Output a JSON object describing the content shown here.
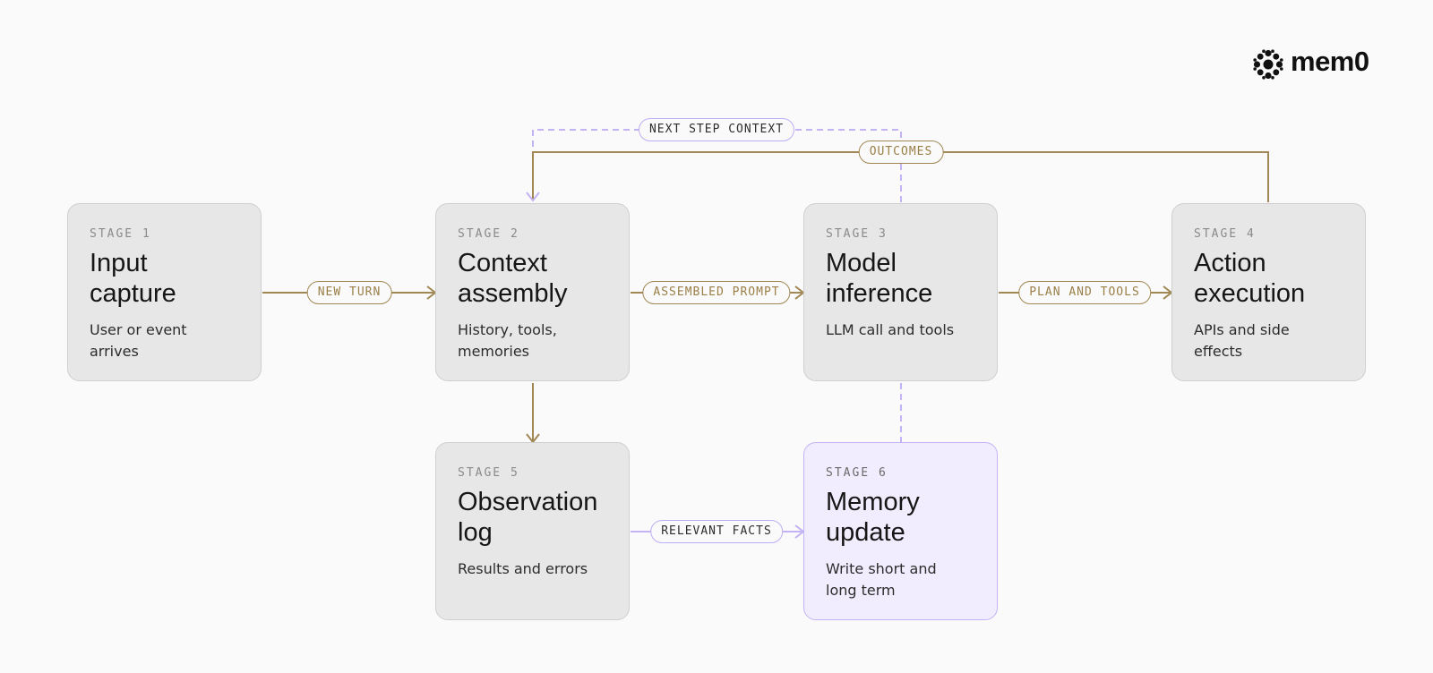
{
  "brand": {
    "name": "mem0",
    "logo_icon": "flower-dots-icon"
  },
  "colors": {
    "background": "#fafafa",
    "box_fill": "#e7e7e7",
    "memory_box_fill": "#f1edfe",
    "flow_line": "#a08753",
    "context_line": "#c4b3f4"
  },
  "stages": [
    {
      "label": "STAGE 1",
      "title": "Input capture",
      "desc": "User or event arrives"
    },
    {
      "label": "STAGE 2",
      "title": "Context assembly",
      "desc": "History, tools, memories"
    },
    {
      "label": "STAGE 3",
      "title": "Model inference",
      "desc": "LLM call and tools"
    },
    {
      "label": "STAGE 4",
      "title": "Action execution",
      "desc": "APIs and side effects"
    },
    {
      "label": "STAGE 5",
      "title": "Observation log",
      "desc": "Results and errors"
    },
    {
      "label": "STAGE 6",
      "title": "Memory update",
      "desc": "Write short and long term"
    }
  ],
  "edges": {
    "new_turn": "NEW TURN",
    "assembled_prompt": "ASSEMBLED PROMPT",
    "plan_and_tools": "PLAN AND TOOLS",
    "relevant_facts": "RELEVANT FACTS",
    "next_step_context": "NEXT STEP CONTEXT",
    "outcomes": "OUTCOMES"
  }
}
